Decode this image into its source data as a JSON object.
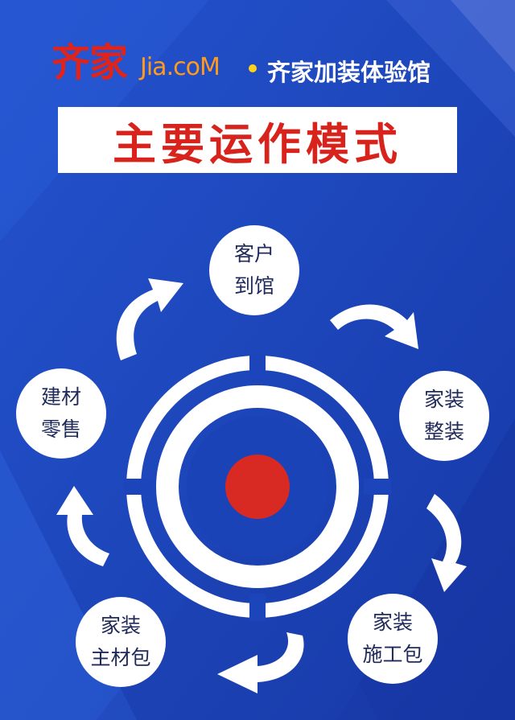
{
  "header": {
    "logo_cn": "齐家",
    "logo_en": "Jia.coM",
    "hall_name": "齐家加装体验馆"
  },
  "title": "主要运作模式",
  "cycle": [
    {
      "line1": "客户",
      "line2": "到馆"
    },
    {
      "line1": "家装",
      "line2": "整装"
    },
    {
      "line1": "家装",
      "line2": "施工包"
    },
    {
      "line1": "家装",
      "line2": "主材包"
    },
    {
      "line1": "建材",
      "line2": "零售"
    }
  ],
  "colors": {
    "background": "#1a43b8",
    "title_red": "#d8231c",
    "logo_red": "#e0241b",
    "logo_orange": "#ff9a1a",
    "center_dot": "#d82a22"
  }
}
